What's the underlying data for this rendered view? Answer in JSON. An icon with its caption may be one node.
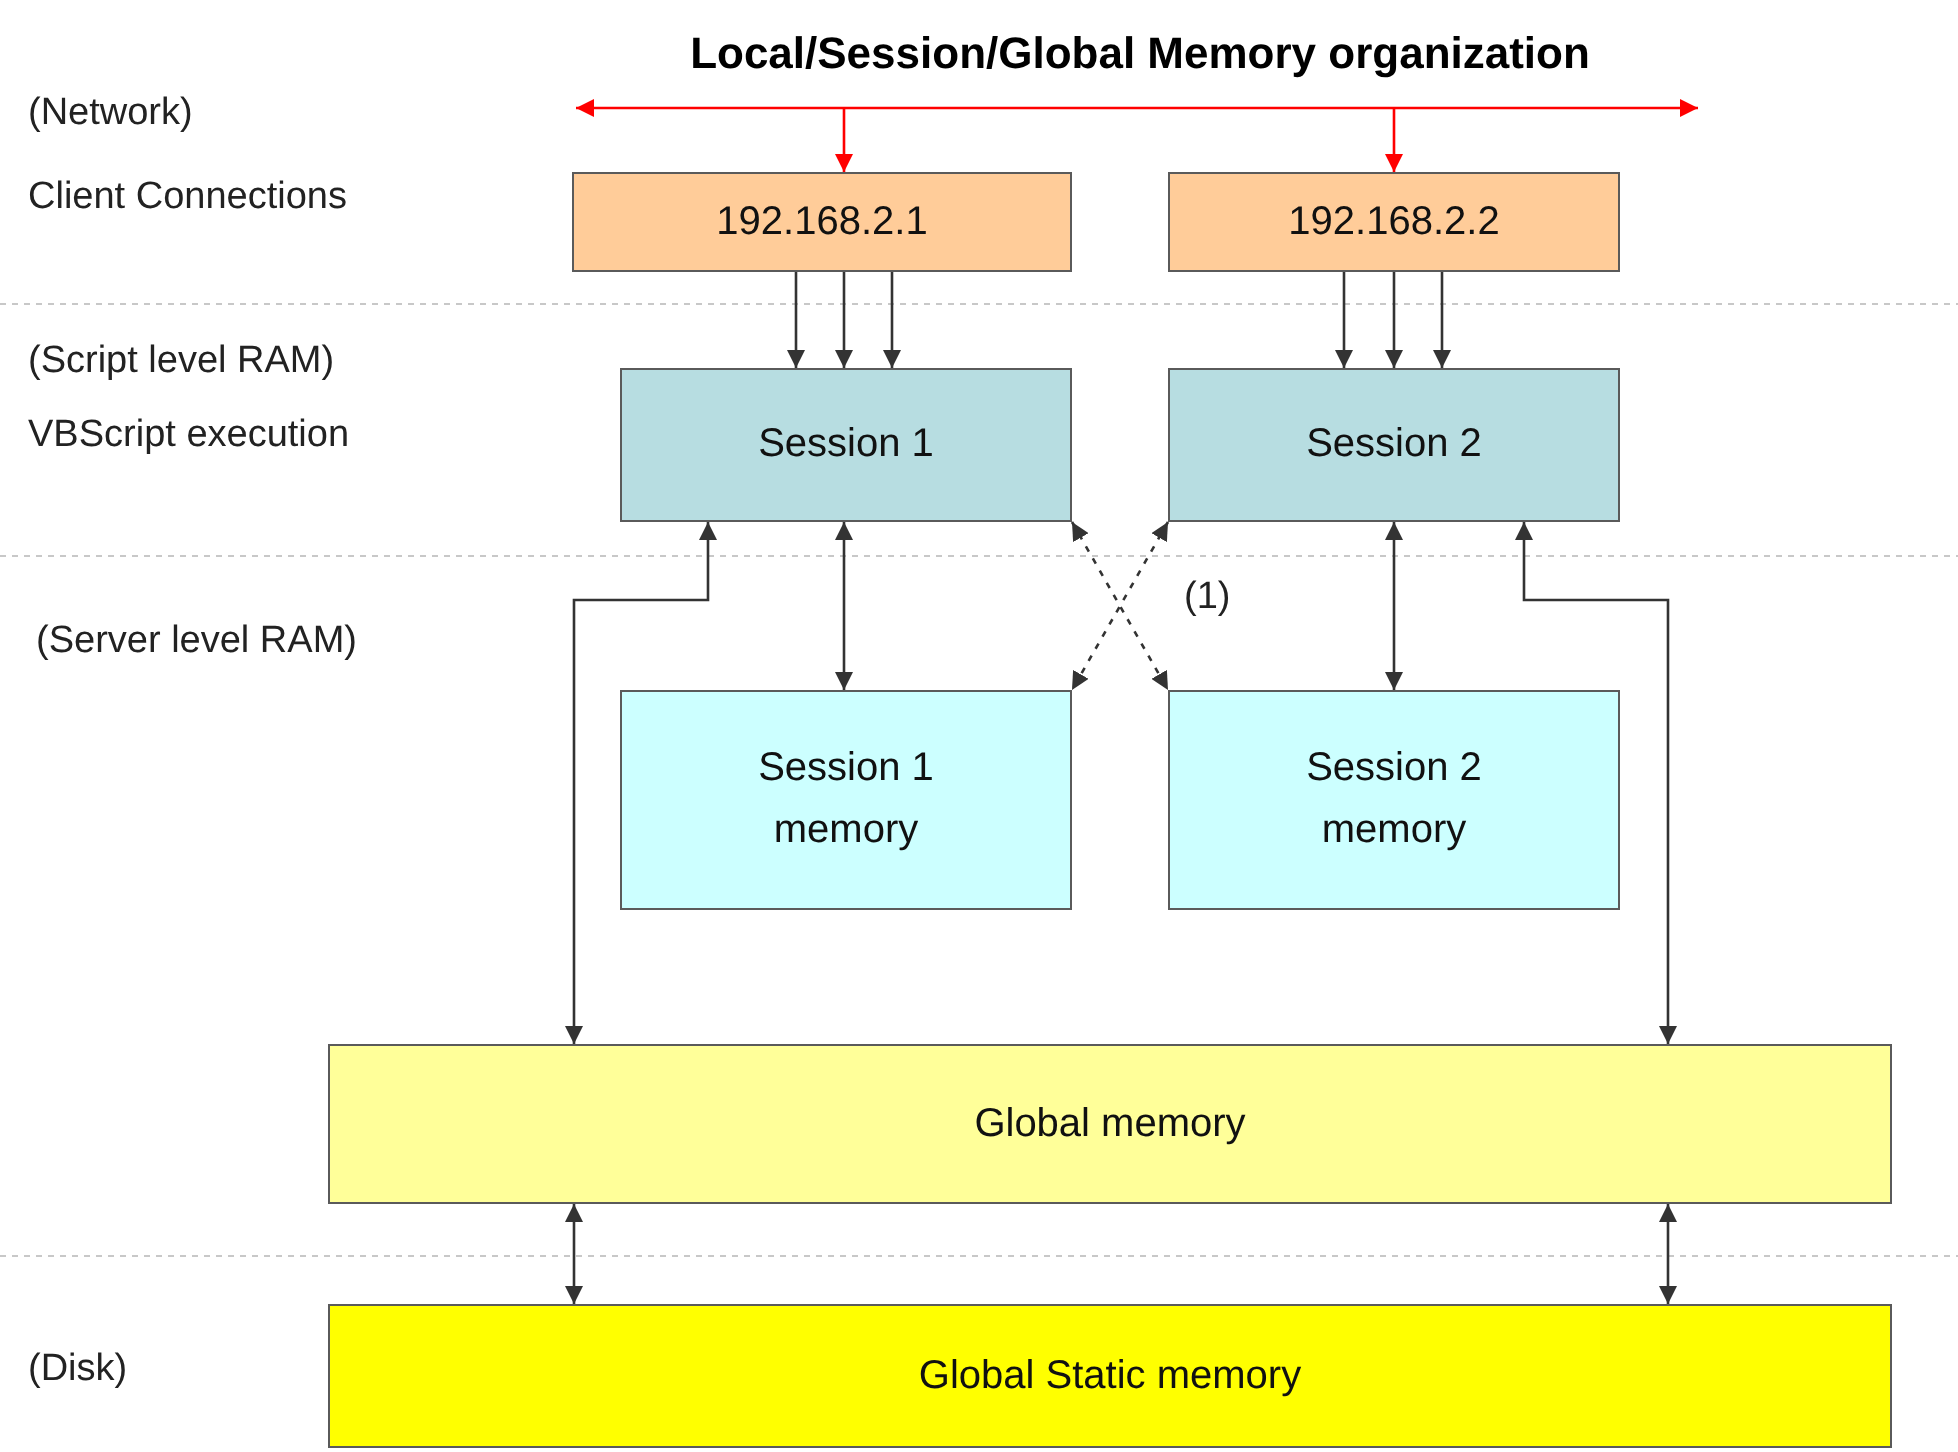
{
  "diagram": {
    "title": "Local/Session/Global Memory organization",
    "nodes": [
      {
        "text": [
          "192.168.2.1"
        ]
      },
      {
        "text": [
          "192.168.2.2"
        ]
      },
      {
        "text": [
          "Session 1"
        ]
      },
      {
        "text": [
          "Session 2"
        ]
      },
      {
        "text": [
          "Session 1 memory"
        ]
      },
      {
        "text": [
          "Session 2 memory"
        ]
      },
      {
        "text": [
          "Global memory"
        ]
      },
      {
        "text": [
          "Global Static memory"
        ]
      }
    ],
    "edges": [
      {
        "from": 0,
        "to": 2,
        "arrow": "to"
      },
      {
        "from": 0,
        "to": 2,
        "arrow": "to"
      },
      {
        "from": 0,
        "to": 2,
        "arrow": "to"
      },
      {
        "from": 1,
        "to": 3,
        "arrow": "to"
      },
      {
        "from": 1,
        "to": 3,
        "arrow": "to"
      },
      {
        "from": 1,
        "to": 3,
        "arrow": "to"
      },
      {
        "from": 2,
        "to": 4,
        "arrow": "both"
      },
      {
        "from": 3,
        "to": 5,
        "arrow": "both"
      },
      {
        "from": 2,
        "to": 5,
        "arrow": "both",
        "style": "dashed"
      },
      {
        "from": 3,
        "to": 4,
        "arrow": "both",
        "style": "dashed"
      },
      {
        "from": 6,
        "to": 2,
        "arrow": "both"
      },
      {
        "from": 3,
        "to": 6,
        "arrow": "both"
      },
      {
        "from": 6,
        "to": 7,
        "arrow": "both"
      },
      {
        "from": 6,
        "to": 7,
        "arrow": "both"
      },
      {
        "from": null,
        "to": 0,
        "arrow": "to",
        "color": "#ff0000"
      },
      {
        "from": null,
        "to": 1,
        "arrow": "to",
        "color": "#ff0000"
      }
    ],
    "labels": [
      "(Network)",
      "Client Connections",
      "(Script level RAM)",
      "VBScript execution",
      "(Server level RAM)",
      "(1)",
      "(Disk)"
    ]
  }
}
